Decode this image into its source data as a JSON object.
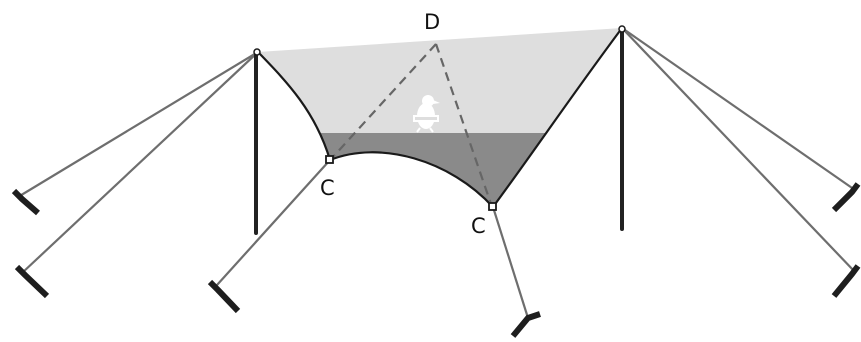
{
  "diagram": {
    "labels": {
      "top_point": "D",
      "left_corner": "C",
      "right_corner": "C"
    },
    "logo": "chums-booby-bird-logo",
    "colors": {
      "tarp_light": "#dedede",
      "tarp_dark": "#8a8a8a",
      "rope": "#6e6e6e",
      "pole": "#222222",
      "peg": "#1e1e1e"
    }
  }
}
